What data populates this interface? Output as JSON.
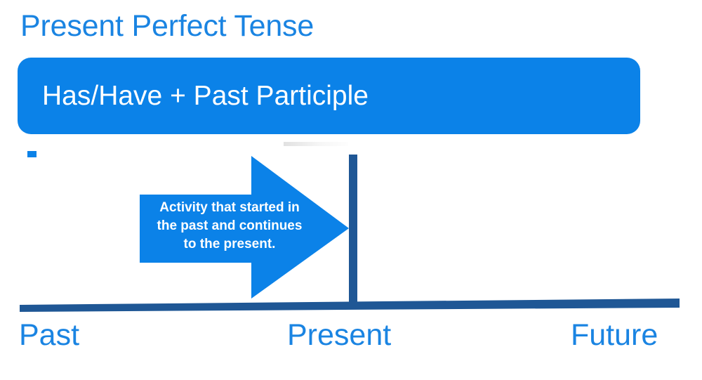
{
  "slide": {
    "title": "Present Perfect Tense",
    "background_color": "#ffffff",
    "accent_blue": "#1A84E2",
    "banner_blue": "#0B82E8",
    "timeline_blue": "#1F5795"
  },
  "formula_banner": {
    "text": "Has/Have + Past Participle",
    "text_color": "#ffffff",
    "fill_color": "#0B82E8"
  },
  "arrow": {
    "description_line_1": "Activity that started in",
    "description_line_2": "the past and continues",
    "description_line_3": "to the present.",
    "full_text": "Activity that started in the past and continues to the present.",
    "fill_color": "#0B82E8",
    "text_color": "#ffffff",
    "direction": "right"
  },
  "timeline": {
    "bar_color": "#1F5795",
    "tick_color": "#1F5795",
    "labels": [
      {
        "name": "past",
        "text": "Past"
      },
      {
        "name": "present",
        "text": "Present"
      },
      {
        "name": "future",
        "text": "Future"
      }
    ],
    "label_color": "#1A84E2",
    "present_marker": "vertical-tick"
  }
}
